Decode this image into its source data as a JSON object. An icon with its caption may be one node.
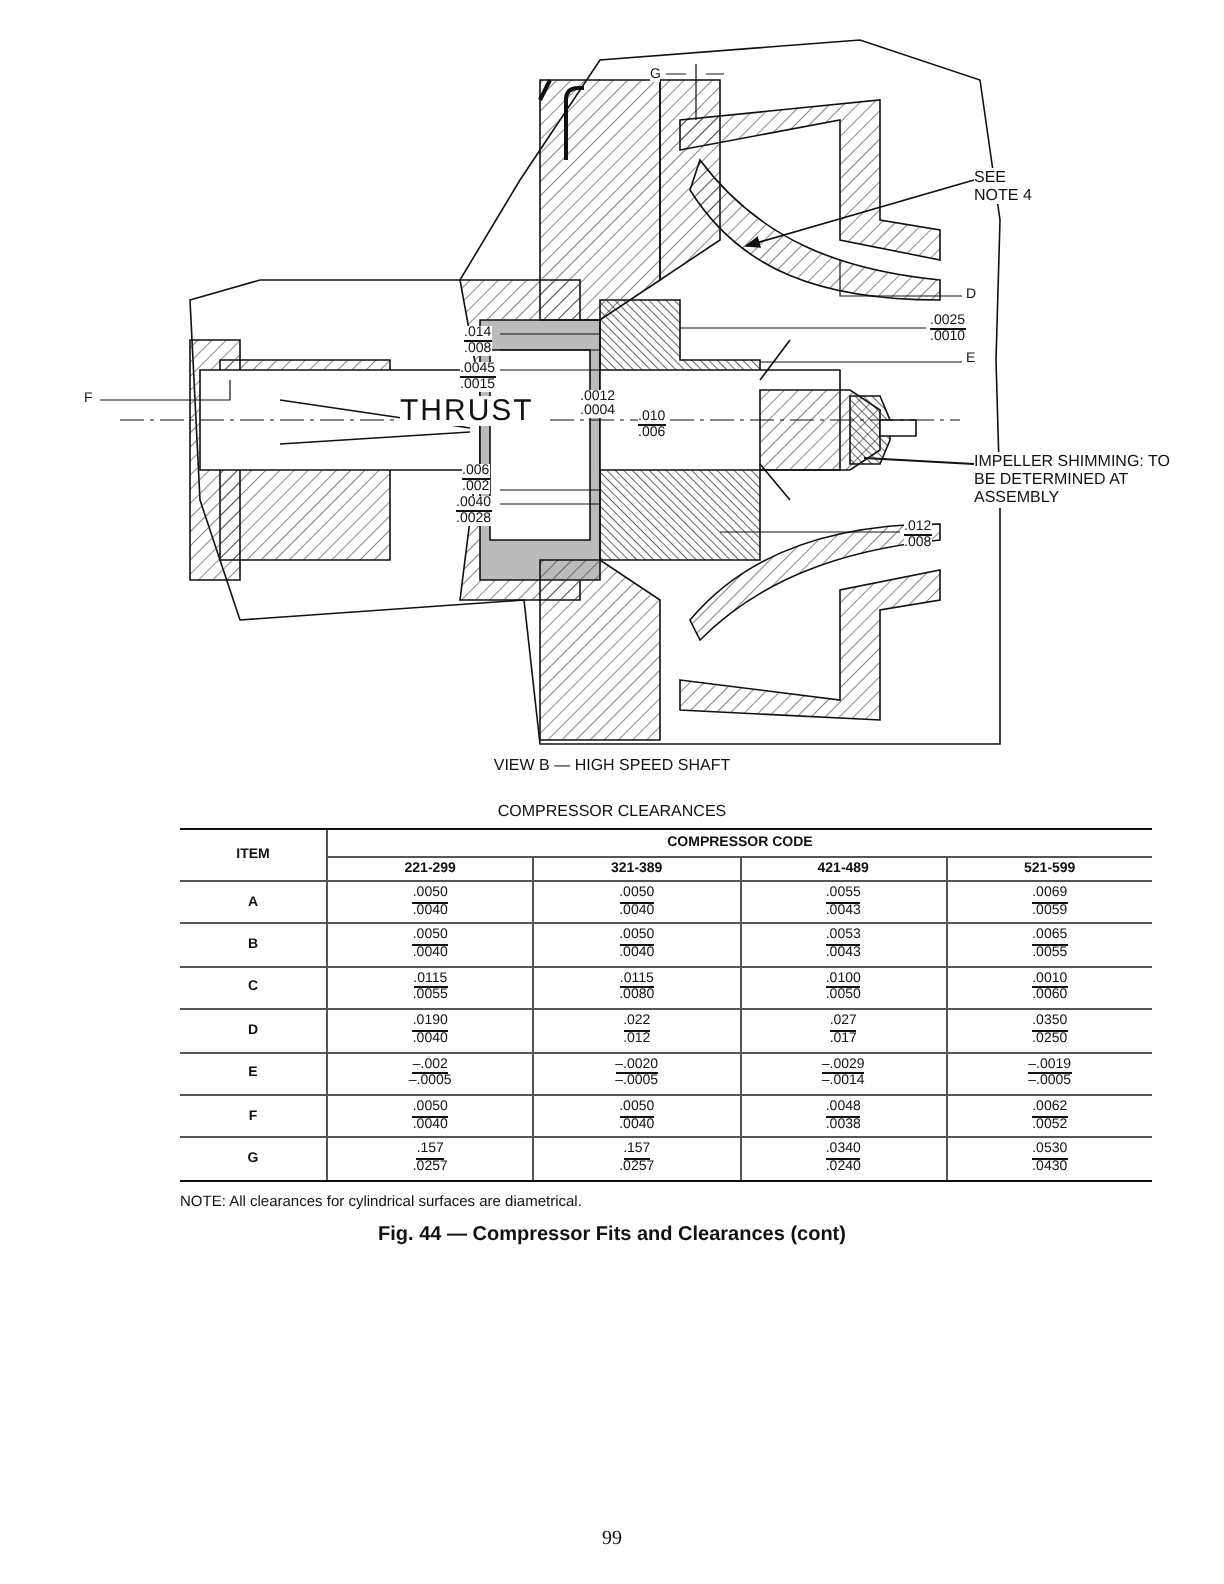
{
  "diagram": {
    "caption": "Fig. 44 — Compressor Fits and Clearances (cont)",
    "nodes": [
      {
        "text": [
          "SEE NOTE 4"
        ]
      },
      {
        "text": [
          "IMPELLER SHIMMING: TO BE DETERMINED AT ASSEMBLY"
        ]
      }
    ],
    "edges": [
      {
        "from": 0,
        "to": null,
        "arrow": "to"
      },
      {
        "from": 1,
        "to": null,
        "arrow": "none"
      }
    ],
    "labels": [
      "G",
      "D",
      ".0025",
      ".0010",
      "E",
      ".014",
      ".008",
      ".0045",
      ".0015",
      "THRUST",
      ".0012",
      ".0004",
      ".010",
      ".006",
      "F",
      ".006",
      ".002",
      ".0040",
      ".0028",
      ".012",
      ".008",
      "VIEW B — HIGH SPEED SHAFT",
      "COMPRESSOR CLEARANCES",
      "ITEM",
      "COMPRESSOR CODE",
      "221-299",
      "321-389",
      "421-489",
      "521-599",
      "A",
      ".0050",
      ".0040",
      ".0050",
      ".0040",
      ".0055",
      ".0043",
      ".0069",
      ".0059",
      "B",
      ".0050",
      ".0040",
      ".0050",
      ".0040",
      ".0053",
      ".0043",
      ".0065",
      ".0055",
      "C",
      ".0115",
      ".0055",
      ".0115",
      ".0080",
      ".0100",
      ".0050",
      ".0010",
      ".0060",
      "D",
      ".0190",
      ".0040",
      ".022",
      ".012",
      ".027",
      ".017",
      ".0350",
      ".0250",
      "E",
      "–.002",
      "–.0005",
      "–.0020",
      "–.0005",
      "–.0029",
      "–.0014",
      "–.0019",
      "–.0005",
      "F",
      ".0050",
      ".0040",
      ".0050",
      ".0040",
      ".0048",
      ".0038",
      ".0062",
      ".0052",
      "G",
      ".157",
      ".0257",
      ".157",
      ".0257",
      ".0340",
      ".0240",
      ".0530",
      ".0430",
      "NOTE: All clearances for cylindrical surfaces are diametrical.",
      "99"
    ]
  }
}
